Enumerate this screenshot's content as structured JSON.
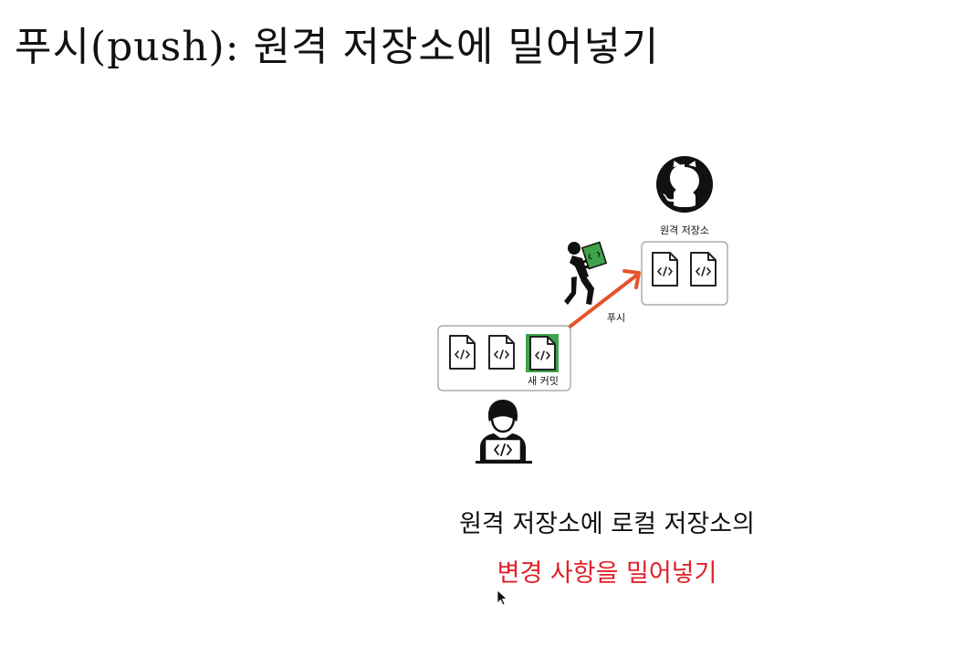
{
  "slide": {
    "title": "푸시(push): 원격 저장소에 밀어넣기"
  },
  "diagram": {
    "remote_label": "원격 저장소",
    "push_label": "푸시",
    "new_commit_label": "새 커밋",
    "remote_icon": "github-octocat-icon",
    "pusher_icon": "person-carrying-file-icon",
    "developer_icon": "developer-at-laptop-icon",
    "arrow_color": "#e5532d",
    "new_commit_color": "#3ea34a"
  },
  "caption": {
    "line1": "원격 저장소에 로컬 저장소의",
    "line2": "변경 사항을 밀어넣기",
    "highlight_color": "#e0202a"
  },
  "cursor": {
    "icon": "mouse-cursor-icon"
  }
}
